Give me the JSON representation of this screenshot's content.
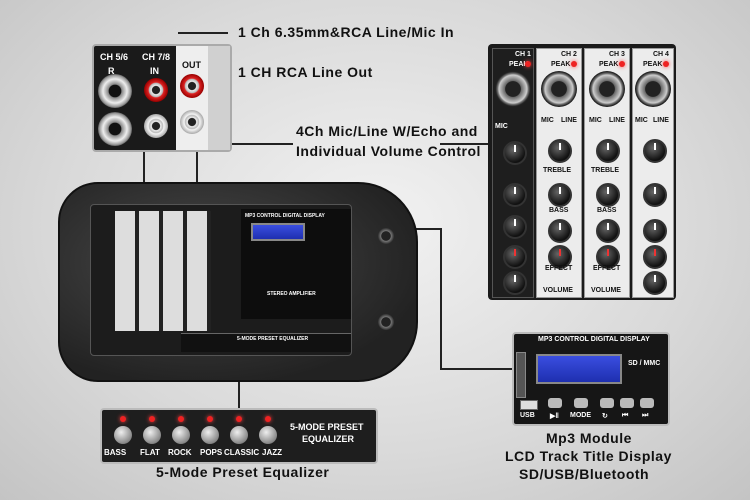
{
  "callouts": {
    "line_mic_in": "1 Ch 6.35mm&RCA Line/Mic In",
    "line_out": "1 CH RCA Line Out",
    "mic_line_echo_1": "4Ch Mic/Line W/Echo and",
    "mic_line_echo_2": "Individual Volume Control",
    "eq_caption": "5-Mode Preset Equalizer",
    "mp3_1": "Mp3 Module",
    "mp3_2": "LCD Track Title Display",
    "mp3_3": "SD/USB/Bluetooth"
  },
  "inset_io": {
    "ch56": "CH 5/6",
    "ch78": "CH 7/8",
    "r": "R",
    "in": "IN",
    "out": "OUT"
  },
  "mixer_channels": [
    {
      "label": "CH 1",
      "peak": "PEAK"
    },
    {
      "label": "CH 2",
      "peak": "PEAK"
    },
    {
      "label": "CH 3",
      "peak": "PEAK"
    },
    {
      "label": "CH 4",
      "peak": "PEAK"
    }
  ],
  "mixer_labels": {
    "mic": "MIC",
    "line": "LINE",
    "treble": "TREBLE",
    "bass": "BASS",
    "effect": "EFFECT",
    "volume": "VOLUME"
  },
  "equalizer": {
    "title_1": "5-MODE PRESET",
    "title_2": "EQUALIZER",
    "modes": [
      "BASS",
      "FLAT",
      "ROCK",
      "POPS",
      "CLASSIC",
      "JAZZ"
    ]
  },
  "mp3_module": {
    "title": "MP3 CONTROL DIGITAL DISPLAY",
    "sd": "SD / MMC",
    "usb": "USB",
    "mode": "MODE"
  },
  "device": {
    "amp_label": "STEREO AMPLIFIER",
    "mp3_label": "MP3 CONTROL DIGITAL DISPLAY",
    "eq_label": "5-MODE PRESET EQUALIZER"
  },
  "colors": {
    "background": "#d9d9d9",
    "panel": "#1a1a1a",
    "lcd": "#2a3ed0",
    "led": "#e22222"
  }
}
